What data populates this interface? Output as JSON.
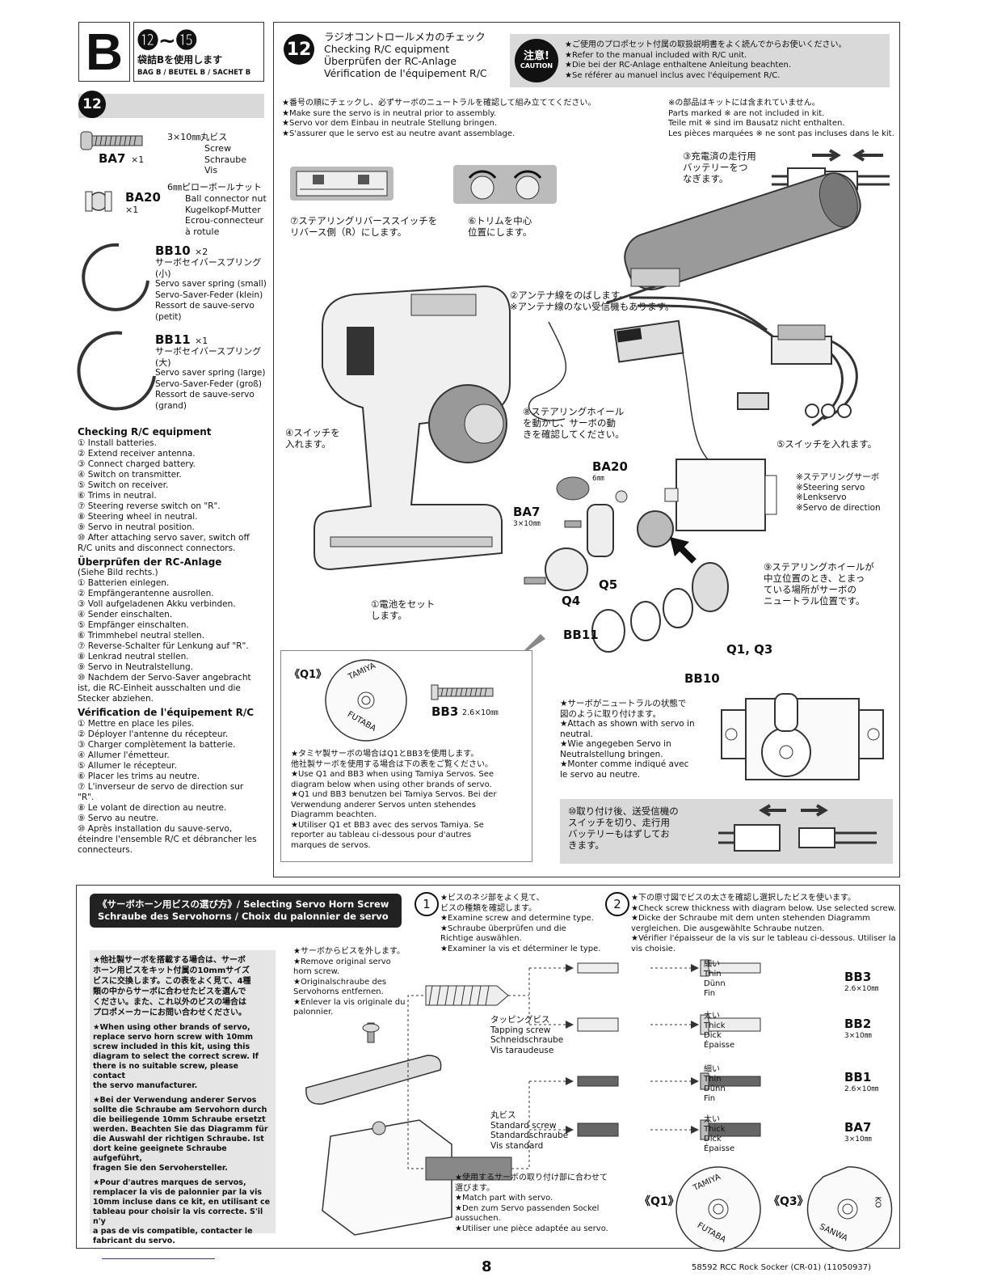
{
  "bag": {
    "letter": "B",
    "range": "⓬~⓯",
    "title_jp": "袋詰Bを使用します",
    "title_multi": "BAG B / BEUTEL B / SACHET B"
  },
  "left": {
    "step": "12",
    "parts": [
      {
        "code": "BA7",
        "qty": "×1",
        "size": "3×10㎜丸ビス",
        "desc": "Screw\nSchraube\nVis"
      },
      {
        "code": "BA20",
        "qty": "×1",
        "size": "6㎜ピローボールナット",
        "desc": "Ball connector nut\nKugelkopf-Mutter\nEcrou-connecteur\nà rotule"
      },
      {
        "code": "BB10",
        "qty": "×2",
        "size": "サーボセイバースプリング\n(小)",
        "desc": "Servo saver spring (small)\nServo-Saver-Feder (klein)\nRessort de sauve-servo\n(petit)"
      },
      {
        "code": "BB11",
        "qty": "×1",
        "size": "サーボセイバースプリング\n(大)",
        "desc": "Servo saver spring (large)\nServo-Saver-Feder (groß)\nRessort de sauve-servo\n(grand)"
      }
    ],
    "checks": [
      {
        "title": "Checking R/C equipment",
        "body": "① Install batteries.\n② Extend receiver antenna.\n③ Connect charged battery.\n④ Switch on transmitter.\n⑤ Switch on receiver.\n⑥ Trims in neutral.\n⑦ Steering reverse switch on \"R\".\n⑧ Steering wheel in neutral.\n⑨ Servo in neutral position.\n⑩ After attaching servo saver, switch off\nR/C units and disconnect connectors."
      },
      {
        "title": "Überprüfen der RC-Anlage",
        "body": "(Siehe Bild rechts.)\n① Batterien einlegen.\n② Empfängerantenne ausrollen.\n③ Voll aufgeladenen Akku verbinden.\n④ Sender einschalten.\n⑤ Empfänger einschalten.\n⑥ Trimmhebel neutral stellen.\n⑦ Reverse-Schalter für Lenkung auf \"R\".\n⑧ Lenkrad neutral stellen.\n⑨ Servo in Neutralstellung.\n⑩ Nachdem der Servo-Saver angebracht\nist, die RC-Einheit ausschalten und die\nStecker abziehen."
      },
      {
        "title": "Vérification de l'équipement R/C",
        "body": "① Mettre en place les piles.\n② Déployer l'antenne du récepteur.\n③ Charger complètement la batterie.\n④ Allumer l'émetteur.\n⑤ Allumer le récepteur.\n⑥ Placer les trims au neutre.\n⑦ L'inverseur de servo de direction sur\n\"R\".\n⑧ Le volant de direction au neutre.\n⑨ Servo au neutre.\n⑩ Après installation du sauve-servo,\néteindre l'ensemble R/C et débrancher les\nconnecteurs."
      }
    ]
  },
  "main": {
    "step": "12",
    "title": "ラジオコントロールメカのチェック\nChecking R/C equipment\nÜberprüfen der RC-Anlage\nVérification de l'équipement R/C",
    "caution_jp": "注意!",
    "caution_en": "CAUTION",
    "caution_text": "★ご使用のプロポセット付属の取扱説明書をよく読んでからお使いください。\n★Refer to the manual included with R/C unit.\n★Die bei der RC-Anlage enthaltene Anleitung beachten.\n★Se référer au manuel inclus avec l'équipement R/C.",
    "note_left": "★番号の順にチェックし、必ずサーボのニュートラルを確認して組み立ててください。\n★Make sure the servo is in neutral prior to assembly.\n★Servo vor dem Einbau in neutrale Stellung bringen.\n★S'assurer que le servo est au neutre avant assemblage.",
    "note_right": "※の部品はキットには含まれていません。\nParts marked ※ are not included in kit.\nTeile mit ※ sind im Bausatz nicht enthalten.\nLes pièces marquées ※ ne sont pas incluses dans le kit.",
    "callouts": {
      "c1": "①電池をセット\nします。",
      "c2": "②アンテナ線をのばします。\n※アンテナ線のない受信機もあります。",
      "c3": "③充電済の走行用\nバッテリーをつ\nなぎます。",
      "c4": "④スイッチを\n入れます。",
      "c5": "⑤スイッチを入れます。",
      "c6": "⑥トリムを中心\n位置にします。",
      "c7": "⑦ステアリングリバーススイッチを\nリバース側（R）にします。",
      "c8": "⑧ステアリングホイール\nを動かし、サーボの動\nきを確認してください。",
      "c9": "⑨ステアリングホイールが\n中立位置のとき、とまっ\nている場所がサーボの\nニュートラル位置です。"
    },
    "servo_label": "※ステアリングサーボ\n※Steering servo\n※Lenkservo\n※Servo de direction",
    "part_labels": {
      "ba20": "BA20",
      "ba20_size": "6㎜",
      "ba7": "BA7",
      "ba7_size": "3×10㎜",
      "q5": "Q5",
      "q4": "Q4",
      "bb11": "BB11",
      "q1q3": "Q1, Q3",
      "bb10": "BB10"
    },
    "q1box": {
      "tag": "《Q1》",
      "tamiya": "TAMIYA",
      "futaba": "FUTABA",
      "bb3": "BB3",
      "bb3_size": "2.6×10㎜",
      "text": "★タミヤ製サーボの場合はQ1とBB3を使用します。\n他社製サーボを使用する場合は下の表をご覧ください。\n★Use Q1 and BB3 when using Tamiya Servos. See\ndiagram below when using other brands of servo.\n★Q1 und BB3 benutzen bei Tamiya Servos. Bei der\nVerwendung anderer Servos unten stehendes\nDiagramm beachten.\n★Utiliser Q1 et BB3 avec des servos Tamiya. Se\nreporter au tableau ci-dessous pour d'autres\nmarques de servos."
    },
    "attach_note": "★サーボがニュートラルの状態で\n図のように取り付けます。\n★Attach as shown with servo in\nneutral.\n★Wie angegeben Servo in\nNeutralstellung bringen.\n★Monter comme indiqué avec\nle servo au neutre.",
    "c10": "⑩取り付け後、送受信機の\nスイッチを切り、走行用\nバッテリーもはずしてお\nきます。"
  },
  "bottom": {
    "header": "《サーボホーン用ビスの選び方》/ Selecting Servo Horn Screw\nSchraube des Servohorns / Choix du palonnier de servo",
    "intro": "★他社製サーボを搭載する場合は、サーボ\nホーン用ビスをキット付属の10mmサイズ\nビスに交換します。この表をよく見て、4種\n類の中からサーボに合わせたビスを選んで\nください。また、これ以外のビスの場合は\nプロポメーカーにお問い合わせください。",
    "intro_en": "★When using other brands of servo,\nreplace servo horn screw with 10mm\nscrew included in this kit, using this\ndiagram to select the correct screw. If\nthere is no suitable screw, please contact\nthe servo manufacturer.",
    "intro_de": "★Bei der Verwendung anderer Servos\nsollte die Schraube am Servohorn durch\ndie beiliegende 10mm Schraube ersetzt\nwerden. Beachten Sie das Diagramm für\ndie Auswahl der richtigen Schraube. Ist\ndort keine geeignete Schraube aufgeführt,\nfragen Sie den Servohersteller.",
    "intro_fr": "★Pour d'autres marques de servos,\nremplacer la vis de palonnier par la vis\n10mm incluse dans ce kit, en utilisant ce\ntableau pour choisir la vis correcte. S'il n'y\na pas de vis compatible, contacter le\nfabricant du servo.",
    "remove": "★サーボからビスを外します。\n★Remove original servo\nhorn screw.\n★Originalschraube des\nServohorns entfernen.\n★Enlever la vis originale du\npalonnier.",
    "step1_num": "1",
    "step1": "★ビスのネジ部をよく見て、\nビスの種類を確認します。\n★Examine screw and determine type.\n★Schraube überprüfen und die\nRichtige auswählen.\n★Examiner la vis et déterminer le type.",
    "step2_num": "2",
    "step2": "★下の原寸図でビスの太さを確認し選択したビスを使います。\n★Check screw thickness with diagram below. Use selected screw.\n★Dicke der Schraube mit dem unten stehenden Diagramm\nvergleichen. Die ausgewählte Schraube nutzen.\n★Vérifier l'épaisseur de la vis sur le tableau ci-dessous. Utiliser la\nvis choisie.",
    "tapping": "タッピングビス\nTapping screw\nSchneidschraube\nVis taraudeuse",
    "standard": "丸ビス\nStandard screw\nStandardschraube\nVis standard",
    "thin": "細い\nThin\nDünn\nFin",
    "thick": "太い\nThick\nDick\nÉpaisse",
    "results": [
      {
        "code": "BB3",
        "size": "2.6×10㎜"
      },
      {
        "code": "BB2",
        "size": "3×10㎜"
      },
      {
        "code": "BB1",
        "size": "2.6×10㎜"
      },
      {
        "code": "BA7",
        "size": "3×10㎜"
      }
    ],
    "match": "★使用するサーボの取り付け部に合わせて\n選びます。\n★Match part with servo.\n★Den zum Servo passenden Sockel\naussuchen.\n★Utiliser une pièce adaptée au servo.",
    "q1": "《Q1》",
    "q3": "《Q3》",
    "tamiya": "TAMIYA",
    "futaba": "FUTABA",
    "sanwa": "SANWA",
    "ko": "KO"
  },
  "footer": {
    "page": "8",
    "ref": "58592 RCC Rock Socker (CR-01) (11050937)"
  }
}
